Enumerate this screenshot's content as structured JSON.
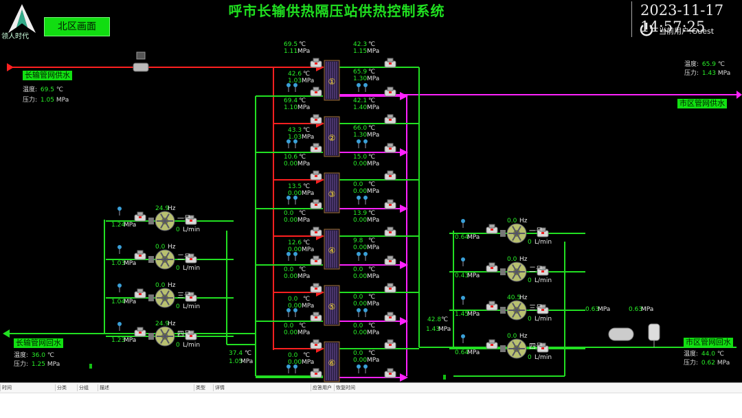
{
  "app": {
    "title": "呼市长输供热隔压站供热控制系统",
    "logo_text": "领人时代",
    "area_button": "北区画面",
    "datetime": "2023-11-17 14:57:25",
    "user_label": "当前用户:Guest"
  },
  "pipes": {
    "supply_in": {
      "label": "长输管网供水",
      "temp_label": "温度:",
      "temp": "69.5",
      "temp_unit": "℃",
      "pres_label": "压力:",
      "pres": "1.05",
      "pres_unit": "MPa"
    },
    "supply_out": {
      "label": "市区管网供水",
      "temp_label": "温度:",
      "temp": "65.9",
      "temp_unit": "℃",
      "pres_label": "压力:",
      "pres": "1.43",
      "pres_unit": "MPa"
    },
    "return_out": {
      "label": "长输管网回水",
      "temp_label": "温度:",
      "temp": "36.0",
      "temp_unit": "℃",
      "pres_label": "压力:",
      "pres": "1.25",
      "pres_unit": "MPa"
    },
    "return_in": {
      "label": "市区管网回水",
      "temp_label": "温度:",
      "temp": "44.0",
      "temp_unit": "℃",
      "pres_label": "压力:",
      "pres": "0.62",
      "pres_unit": "MPa"
    }
  },
  "units": {
    "c": "℃",
    "mpa": "MPa",
    "hz": "Hz",
    "lmin": "L/min"
  },
  "exchangers": [
    {
      "num": "①",
      "primary_in": {
        "t": "69.5",
        "p": "1.11"
      },
      "primary_out": {
        "t": "42.6",
        "p": "1.03"
      },
      "secondary_in": {
        "t": "42.3",
        "p": "1.15"
      },
      "secondary_out": {
        "t": "65.9",
        "p": "1.30"
      }
    },
    {
      "num": "②",
      "primary_in": {
        "t": "69.4",
        "p": "1.10"
      },
      "primary_out": {
        "t": "43.3",
        "p": "1.03"
      },
      "secondary_in": {
        "t": "42.1",
        "p": "1.40"
      },
      "secondary_out": {
        "t": "66.0",
        "p": "1.30"
      }
    },
    {
      "num": "③",
      "primary_in": {
        "t": "10.6",
        "p": "0.00"
      },
      "primary_out": {
        "t": "13.5",
        "p": "0.00"
      },
      "secondary_in": {
        "t": "15.0",
        "p": "0.00"
      },
      "secondary_out": {
        "t": "0.0",
        "p": "0.00"
      }
    },
    {
      "num": "④",
      "primary_in": {
        "t": "0.0",
        "p": "0.00"
      },
      "primary_out": {
        "t": "12.6",
        "p": "0.00"
      },
      "secondary_in": {
        "t": "13.9",
        "p": "0.00"
      },
      "secondary_out": {
        "t": "9.8",
        "p": "0.00"
      }
    },
    {
      "num": "⑤",
      "primary_in": {
        "t": "0.0",
        "p": "0.00"
      },
      "primary_out": {
        "t": "0.0",
        "p": "0.00"
      },
      "secondary_in": {
        "t": "0.0",
        "p": "0.00"
      },
      "secondary_out": {
        "t": "0.0",
        "p": "0.00"
      }
    },
    {
      "num": "⑥",
      "primary_in": {
        "t": "0.0",
        "p": "0.00"
      },
      "primary_out": {
        "t": "0.0",
        "p": "0.00"
      },
      "secondary_in": {
        "t": "0.0",
        "p": "0.00"
      },
      "secondary_out": {
        "t": "0.0",
        "p": "0.00"
      }
    }
  ],
  "left_pumps": [
    {
      "name": "一号",
      "hz": "24.9",
      "flow": "0",
      "pres": "1.24"
    },
    {
      "name": "二号",
      "hz": "0.0",
      "flow": "0",
      "pres": "1.03"
    },
    {
      "name": "三号",
      "hz": "0.0",
      "flow": "0",
      "pres": "1.04"
    },
    {
      "name": "四号",
      "hz": "24.9",
      "flow": "0",
      "pres": "1.23"
    }
  ],
  "right_pumps": [
    {
      "name": "一号",
      "hz": "0.0",
      "flow": "0",
      "pres": "0.64"
    },
    {
      "name": "二号",
      "hz": "0.0",
      "flow": "0",
      "pres": "0.43"
    },
    {
      "name": "三号",
      "hz": "40.5",
      "flow": "0",
      "pres": "1.45"
    },
    {
      "name": "四号",
      "hz": "0.0",
      "flow": "0",
      "pres": "0.64"
    }
  ],
  "primary_return_header": {
    "t": "37.4",
    "p": "1.05"
  },
  "secondary_return_header": {
    "t": "42.8",
    "p": "1.43"
  },
  "makeup": {
    "p1": "0.63",
    "p2": "0.63"
  },
  "alarm_table": {
    "columns": [
      "时间",
      "分类",
      "分组",
      "描述",
      "类型",
      "详情",
      "应答用户",
      "恢复时间"
    ]
  }
}
